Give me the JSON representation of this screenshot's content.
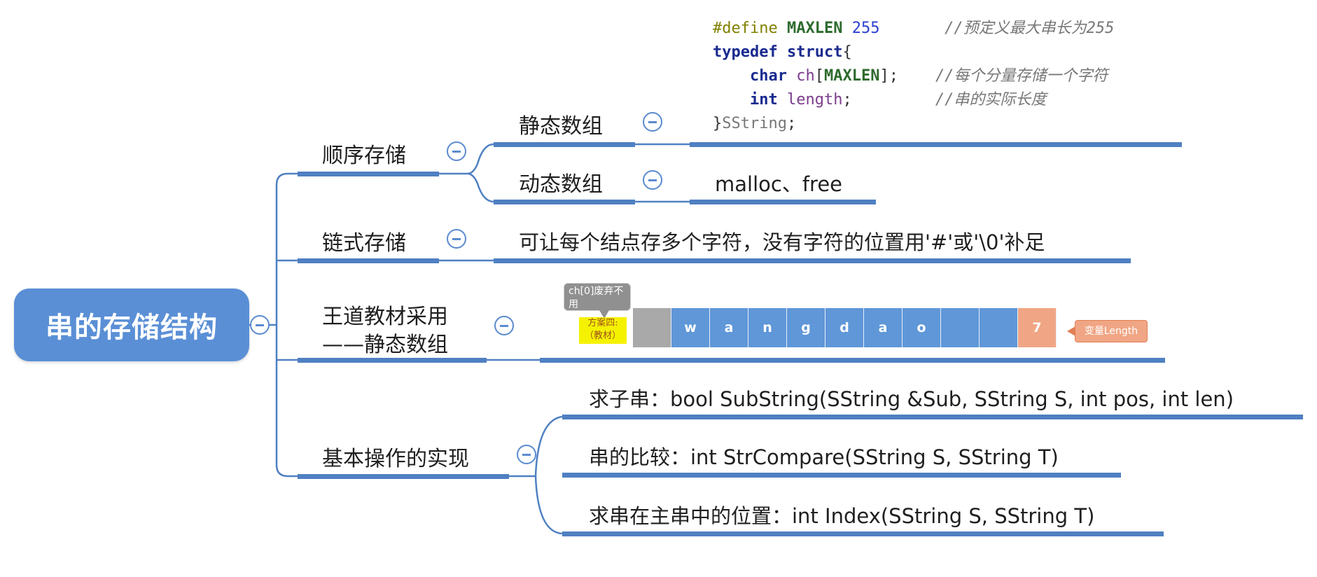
{
  "root": {
    "label": "串的存储结构"
  },
  "branches": {
    "sequential": {
      "label": "顺序存储",
      "static": {
        "label": "静态数组"
      },
      "dynamic": {
        "label": "动态数组",
        "note": "malloc、free"
      }
    },
    "linked": {
      "label": "链式存储",
      "note": "可让每个结点存多个字符，没有字符的位置用'#'或'\\0'补足"
    },
    "wangdao": {
      "label_line1": "王道教材采用",
      "label_line2": "——静态数组",
      "callout_gray": "ch[0]废弃不用",
      "callout_yellow_line1": "方案四:",
      "callout_yellow_line2": "（教材）",
      "cells": [
        "",
        "w",
        "a",
        "n",
        "g",
        "d",
        "a",
        "o",
        "",
        "",
        "7"
      ],
      "callout_orange": "变量Length"
    },
    "ops": {
      "label": "基本操作的实现",
      "items": [
        "求子串：bool SubString(SString &Sub, SString S, int pos, int len)",
        "串的比较：int StrCompare(SString S, SString T)",
        "求串在主串中的位置：int Index(SString S, SString T)"
      ]
    }
  },
  "code": {
    "l1_directive": "#define",
    "l1_macro": "MAXLEN",
    "l1_value": "255",
    "l1_comment": "//预定义最大串长为255",
    "l2_kw1": "typedef",
    "l2_kw2": "struct",
    "l2_brace": "{",
    "l3_kw": "char",
    "l3_var": "ch",
    "l3_macro": "MAXLEN",
    "l3_comment": "//每个分量存储一个字符",
    "l4_kw": "int",
    "l4_var": "length",
    "l4_comment": "//串的实际长度",
    "l5_type": "SString"
  },
  "colors": {
    "node_fill": "#5a8fd6",
    "line": "#4f80c2",
    "cell": "#5f97d8",
    "cell_gray": "#a9a9a9",
    "cell_orange": "#f0a685"
  }
}
